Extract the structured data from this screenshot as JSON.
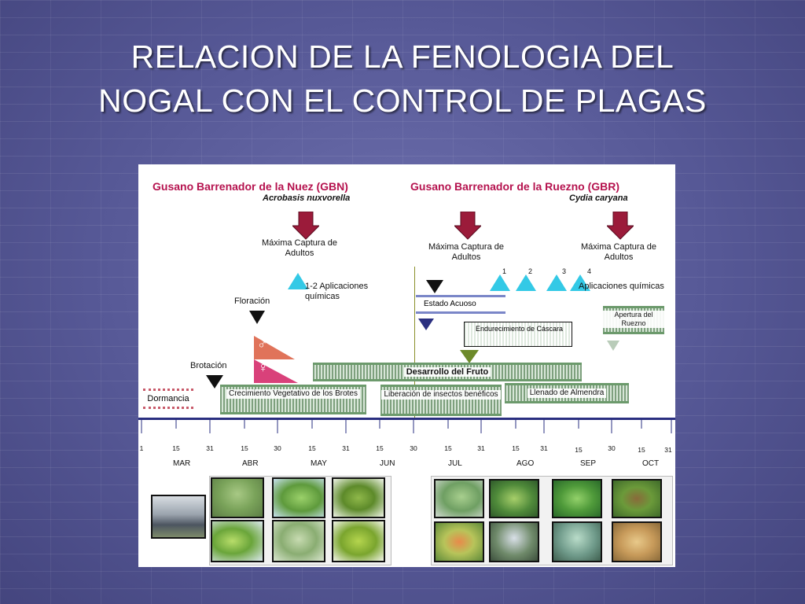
{
  "title": {
    "line1": "RELACION DE LA FENOLOGIA DEL",
    "line2": "NOGAL CON EL CONTROL DE PLAGAS"
  },
  "pests": {
    "gbn": {
      "name": "Gusano Barrenador de la Nuez (GBN)",
      "species": "Acrobasis nuxvorella",
      "capture": "Máxima Captura de Adultos",
      "applications": "1-2 Aplicaciones químicas"
    },
    "gbr": {
      "name": "Gusano Barrenador de la Ruezno (GBR)",
      "species": "Cydia caryana",
      "capture1": "Máxima Captura de Adultos",
      "capture2": "Máxima Captura de Adultos",
      "applications": "Aplicaciones químicas",
      "numbers": [
        "1",
        "2",
        "3",
        "4"
      ]
    }
  },
  "phenology": {
    "floracion": "Floración",
    "brotacion": "Brotación",
    "male_symbol": "♂",
    "female_symbol": "♀",
    "estado_acuoso": "Estado Acuoso",
    "endurecimiento": "Endurecimiento de Cáscara",
    "apertura": "Apertura del Ruezno",
    "desarrollo": "Desarrollo del Fruto",
    "dormancia": "Dormancia",
    "crecimiento": "Crecimiento Vegetativo de los Brotes",
    "liberacion": "Liberación de insectos benéficos",
    "llenado": "Llenado de Almendra"
  },
  "timeline": {
    "ticks": [
      "1",
      "15",
      "31",
      "15",
      "30",
      "15",
      "31",
      "15",
      "30",
      "15",
      "31",
      "15",
      "31",
      "15",
      "30",
      "15",
      "31"
    ],
    "months": [
      "MAR",
      "ABR",
      "MAY",
      "JUN",
      "JUL",
      "AGO",
      "SEP",
      "OCT"
    ]
  },
  "colors": {
    "pest_title": "#b5124e",
    "arrow": "#9b1b3a",
    "triangle": "#33c9e6",
    "male": "#e0735a",
    "female": "#d9417a",
    "bar_green": "#6c9a6c",
    "axis": "#2a2f80"
  }
}
